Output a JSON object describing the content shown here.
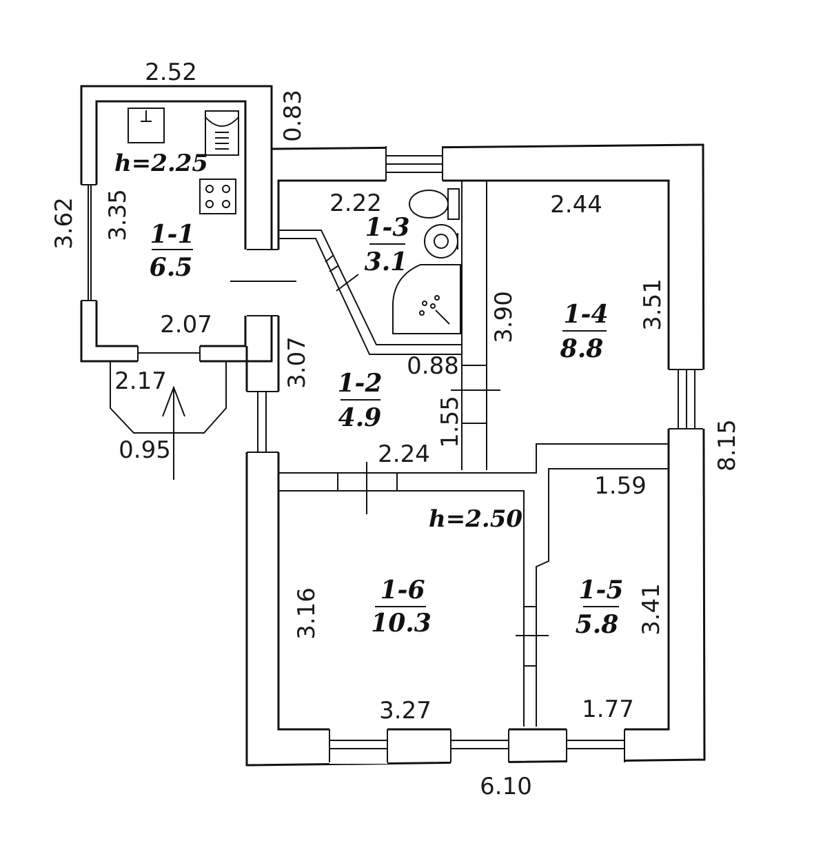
{
  "plan": {
    "heights": [
      "h=2.25",
      "h=2.50"
    ],
    "rooms": [
      {
        "id": "1-1",
        "area": "6.5"
      },
      {
        "id": "1-2",
        "area": "4.9"
      },
      {
        "id": "1-3",
        "area": "3.1"
      },
      {
        "id": "1-4",
        "area": "8.8"
      },
      {
        "id": "1-5",
        "area": "5.8"
      },
      {
        "id": "1-6",
        "area": "10.3"
      }
    ],
    "dimensions": {
      "d_2_52": "2.52",
      "d_0_83": "0.83",
      "d_3_62": "3.62",
      "d_3_35": "3.35",
      "d_2_07": "2.07",
      "d_2_17": "2.17",
      "d_0_95": "0.95",
      "d_2_22": "2.22",
      "d_2_44": "2.44",
      "d_3_90": "3.90",
      "d_3_51": "3.51",
      "d_3_07": "3.07",
      "d_0_88": "0.88",
      "d_1_55": "1.55",
      "d_2_24": "2.24",
      "d_8_15": "8.15",
      "d_1_59": "1.59",
      "d_3_16": "3.16",
      "d_3_41": "3.41",
      "d_3_27": "3.27",
      "d_1_77": "1.77",
      "d_6_10": "6.10"
    }
  }
}
